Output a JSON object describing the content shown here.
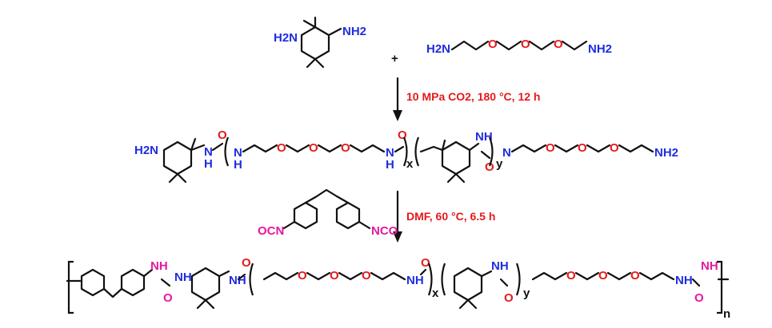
{
  "reactants": {
    "diamine_label_left": "H2N",
    "diamine_label_right": "NH2",
    "plus": "+",
    "polyether_label_left": "H2N",
    "polyether_label_right": "NH2",
    "oxygen": "O"
  },
  "step1": {
    "conditions": "10 MPa CO2, 180 °C, 12 h"
  },
  "intermediate": {
    "end_left": "H2N",
    "end_right": "NH2",
    "nh": "NH",
    "n": "N",
    "h": "H",
    "o": "O",
    "x": "x",
    "y": "y"
  },
  "step2": {
    "reagent_left": "OCN",
    "reagent_right": "NCO",
    "conditions": "DMF, 60 °C, 6.5 h"
  },
  "product": {
    "n": "n",
    "x": "x",
    "y": "y"
  },
  "colors": {
    "nitrogen": "#1f2de0",
    "oxygen": "#e41a1c",
    "isocyanate_magenta": "#e6189f",
    "condition_red": "#e41a1c",
    "bond": "#111111"
  }
}
